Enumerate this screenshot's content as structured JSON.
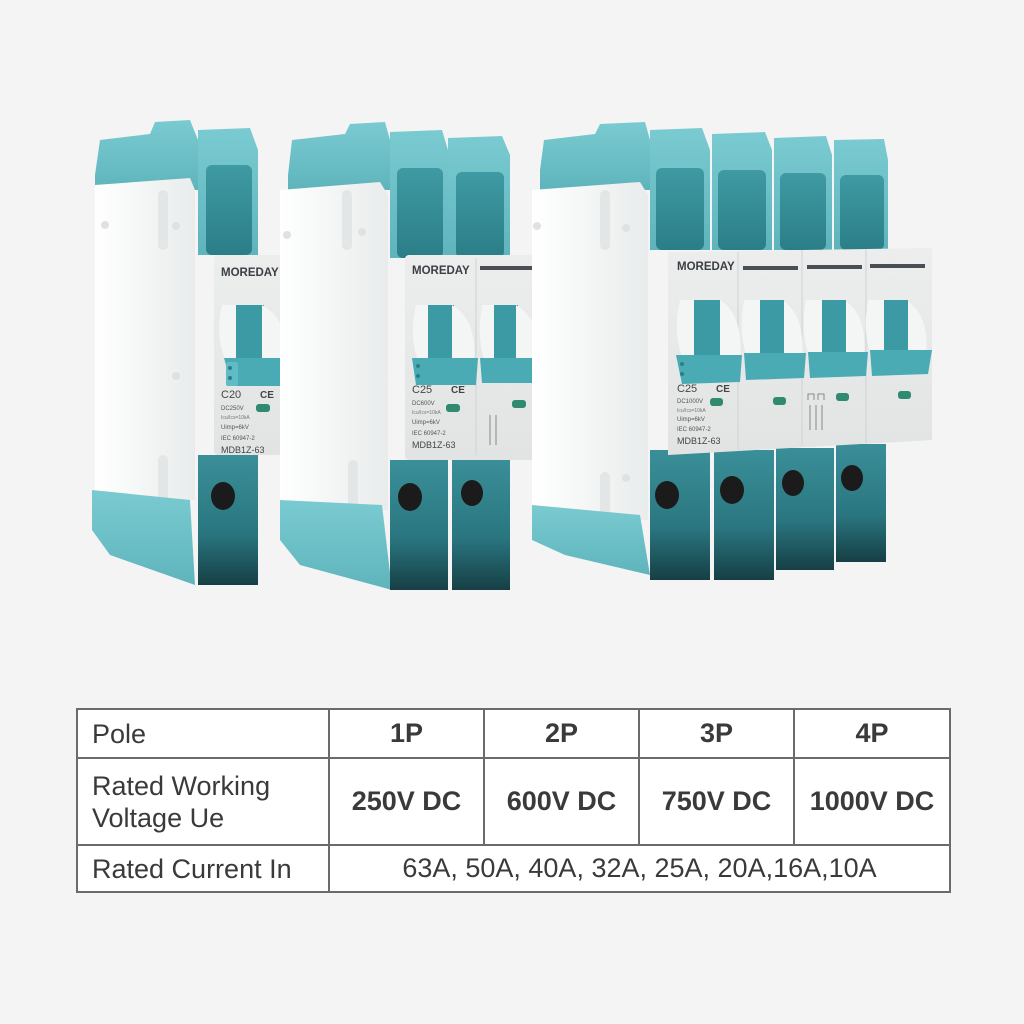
{
  "products": [
    {
      "poles": "1P",
      "brand": "MOREDAY",
      "rating": "C20",
      "specs": [
        "DC250V",
        "Icu/Ics=10kA",
        "Uimp=6kV",
        "IEC 60947-2"
      ],
      "model": "MDB1Z-63",
      "ce_mark": "CE"
    },
    {
      "poles": "2P",
      "brand": "MOREDAY",
      "rating": "C25",
      "specs": [
        "DC600V",
        "Icu/Ics=10kA",
        "Uimp=6kV",
        "IEC 60947-2"
      ],
      "model": "MDB1Z-63",
      "ce_mark": "CE"
    },
    {
      "poles": "4P",
      "brand": "MOREDAY",
      "rating": "C25",
      "specs": [
        "DC1000V",
        "Icu/Ics=10kA",
        "Uimp=6kV",
        "IEC 60947-2"
      ],
      "model": "MDB1Z-63",
      "ce_mark": "CE"
    }
  ],
  "colors": {
    "background": "#f4f4f4",
    "teal_light": "#6fc2c9",
    "teal_dark": "#2f8a93",
    "housing_white": "#f2f3f3",
    "border": "#6b6b6b",
    "text": "#3a3a3a"
  },
  "table": {
    "headers": {
      "label": "Pole",
      "values": [
        "1P",
        "2P",
        "3P",
        "4P"
      ]
    },
    "voltage_row": {
      "label_line1": "Rated Working",
      "label_line2": "Voltage Ue",
      "values": [
        "250V DC",
        "600V DC",
        "750V DC",
        "1000V DC"
      ]
    },
    "current_row": {
      "label": "Rated Current In",
      "value": "63A, 50A, 40A, 32A, 25A, 20A,16A,10A"
    }
  }
}
